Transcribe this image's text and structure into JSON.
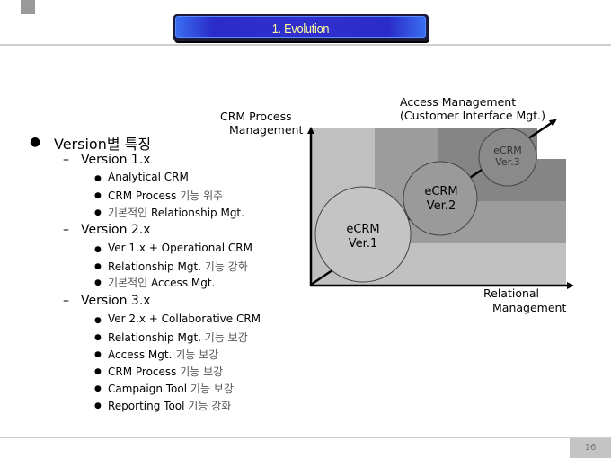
{
  "header": {
    "title": "1. Evolution"
  },
  "outline": {
    "heading": {
      "text": "Version별 특징"
    },
    "versions": [
      {
        "label": "Version 1.x",
        "items": [
          {
            "en": "Analytical CRM",
            "kr": ""
          },
          {
            "en": "CRM Process",
            "kr": " 기능 위주"
          },
          {
            "pre_kr": "기본적인 ",
            "en": "Relationship Mgt."
          }
        ]
      },
      {
        "label": "Version 2.x",
        "items": [
          {
            "en": "Ver 1.x + Operational CRM",
            "kr": ""
          },
          {
            "en": "Relationship Mgt.",
            "kr": " 기능 강화"
          },
          {
            "pre_kr": "기본적인 ",
            "en": "Access Mgt."
          }
        ]
      },
      {
        "label": "Version 3.x",
        "items": [
          {
            "en": "Ver 2.x + Collaborative CRM",
            "kr": ""
          },
          {
            "en": "Relationship Mgt.",
            "kr": " 기능 보강"
          },
          {
            "en": "Access Mgt.",
            "kr": " 기능 보강"
          },
          {
            "en": "CRM Process",
            "kr": " 기능 보강"
          },
          {
            "en": "Campaign Tool",
            "kr": " 기능 보강"
          },
          {
            "en": "Reporting Tool",
            "kr": " 기능 강화"
          }
        ]
      }
    ]
  },
  "diagram": {
    "y_axis_label": [
      "CRM Process",
      "Management"
    ],
    "diagonal_label": [
      "Access Management",
      "(Customer Interface Mgt.)"
    ],
    "x_axis_label": [
      "Relational",
      "Management"
    ],
    "stages": [
      {
        "line1": "eCRM",
        "line2": "Ver.1"
      },
      {
        "line1": "eCRM",
        "line2": "Ver.2"
      },
      {
        "line1": "eCRM",
        "line2": "Ver.3"
      }
    ],
    "colors": {
      "region_light": "#c0c0c0",
      "region_medium": "#9c9c9c",
      "region_dark": "#858585",
      "circle1": "#c4c4c4",
      "circle2": "#9a9a9a",
      "circle3": "#8a8a8a"
    }
  },
  "footer": {
    "page_number": "16"
  }
}
